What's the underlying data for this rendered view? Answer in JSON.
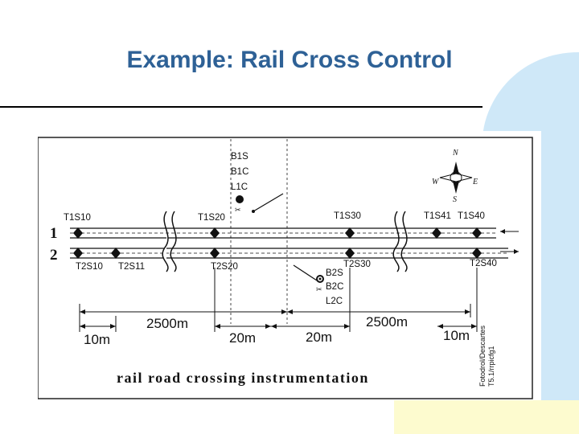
{
  "slide": {
    "title": "Example: Rail Cross Control",
    "colors": {
      "title": "#2e6196",
      "accent_blue": "#cfe8f8",
      "accent_yellow": "#fdfbcf"
    }
  },
  "figure": {
    "caption": "rail road crossing instrumentation",
    "side_note_1": "Fotodrol/Descartes",
    "side_note_2": "T5.1/rrpicfg1",
    "track_labels": [
      "1",
      "2"
    ],
    "sensors_top": [
      "T1S10",
      "T1S20",
      "T1S30",
      "T1S41",
      "T1S40"
    ],
    "sensors_bottom": [
      "T2S10",
      "T2S11",
      "T2S20",
      "T2S30",
      "T2S40"
    ],
    "barrier1": [
      "B1S",
      "B1C",
      "L1C"
    ],
    "barrier2": [
      "B2S",
      "B2C",
      "L2C"
    ],
    "distances": {
      "left_total": "2500m",
      "right_total": "2500m",
      "left_edge": "10m",
      "center_left": "20m",
      "center_right": "20m",
      "right_edge": "10m"
    },
    "compass": {
      "n": "N",
      "s": "S",
      "e": "E",
      "w": "W"
    }
  }
}
